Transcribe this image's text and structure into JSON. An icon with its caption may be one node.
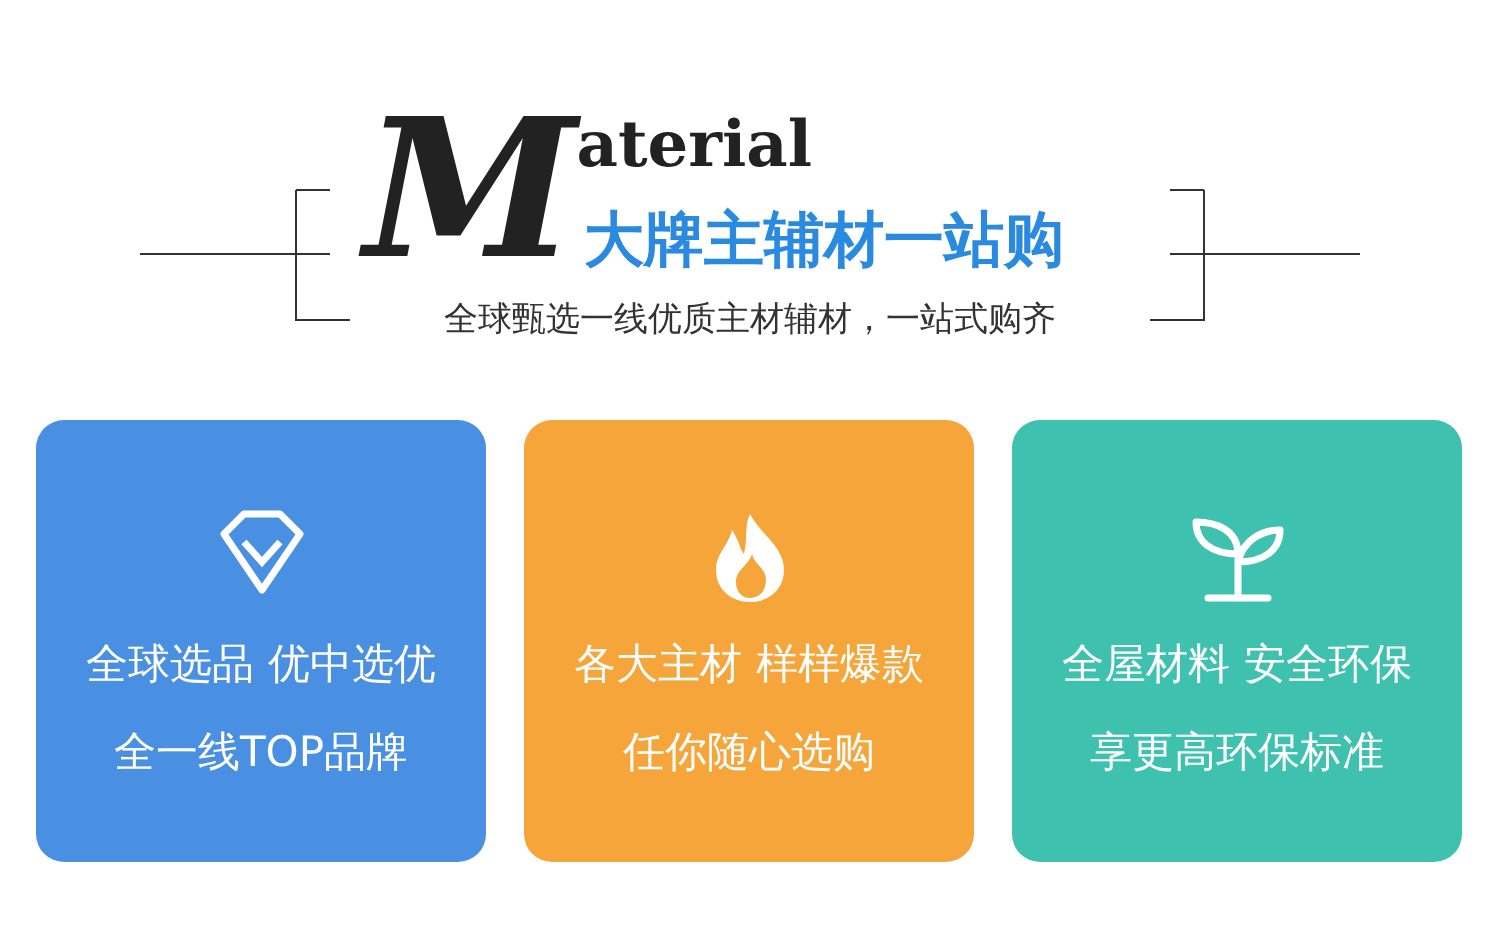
{
  "diagram": {
    "title": "大牌主辅材一站购",
    "nodes": [
      {
        "text": [
          "全球选品 优中选优",
          "全一线TOP品牌"
        ]
      },
      {
        "text": [
          "各大主材 样样爆款",
          "任你随心选购"
        ]
      },
      {
        "text": [
          "全屋材料 安全环保",
          "享更高环保标准"
        ]
      }
    ],
    "labels": [
      "Material",
      "全球甄选一线优质主材辅材，一站式购齐"
    ]
  }
}
